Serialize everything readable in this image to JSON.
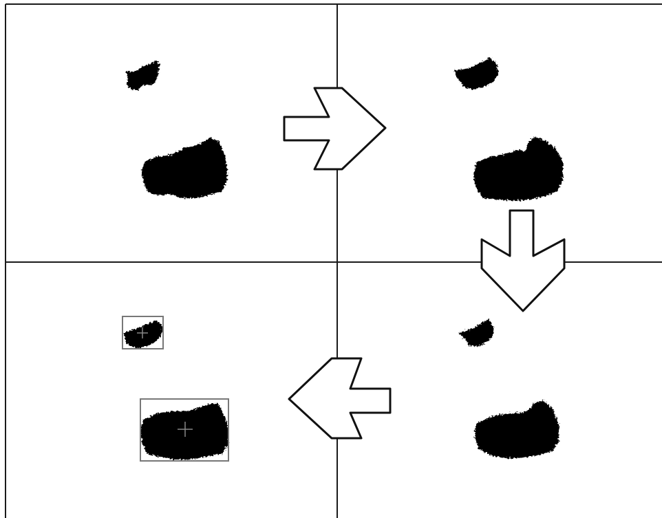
{
  "colors": {
    "background": "#ffffff",
    "frame_line": "#1a1a1a",
    "blob": "#000000",
    "arrow_fill": "#ffffff",
    "arrow_stroke": "#111111",
    "bounding_box": "#777777",
    "centroid_marker": "#888888"
  },
  "panels": [
    {
      "id": "original",
      "blobs": [
        "small-blob",
        "large-blob"
      ]
    },
    {
      "id": "processed-1",
      "blobs": [
        "small-blob",
        "large-blob"
      ]
    },
    {
      "id": "processed-2",
      "blobs": [
        "small-blob",
        "large-blob"
      ]
    },
    {
      "id": "detected",
      "blobs": [
        "small-blob",
        "large-blob"
      ],
      "bounding_boxes": 2,
      "centroid_markers": 2
    }
  ],
  "flow": [
    "right-arrow-icon",
    "down-arrow-icon",
    "left-arrow-icon"
  ]
}
